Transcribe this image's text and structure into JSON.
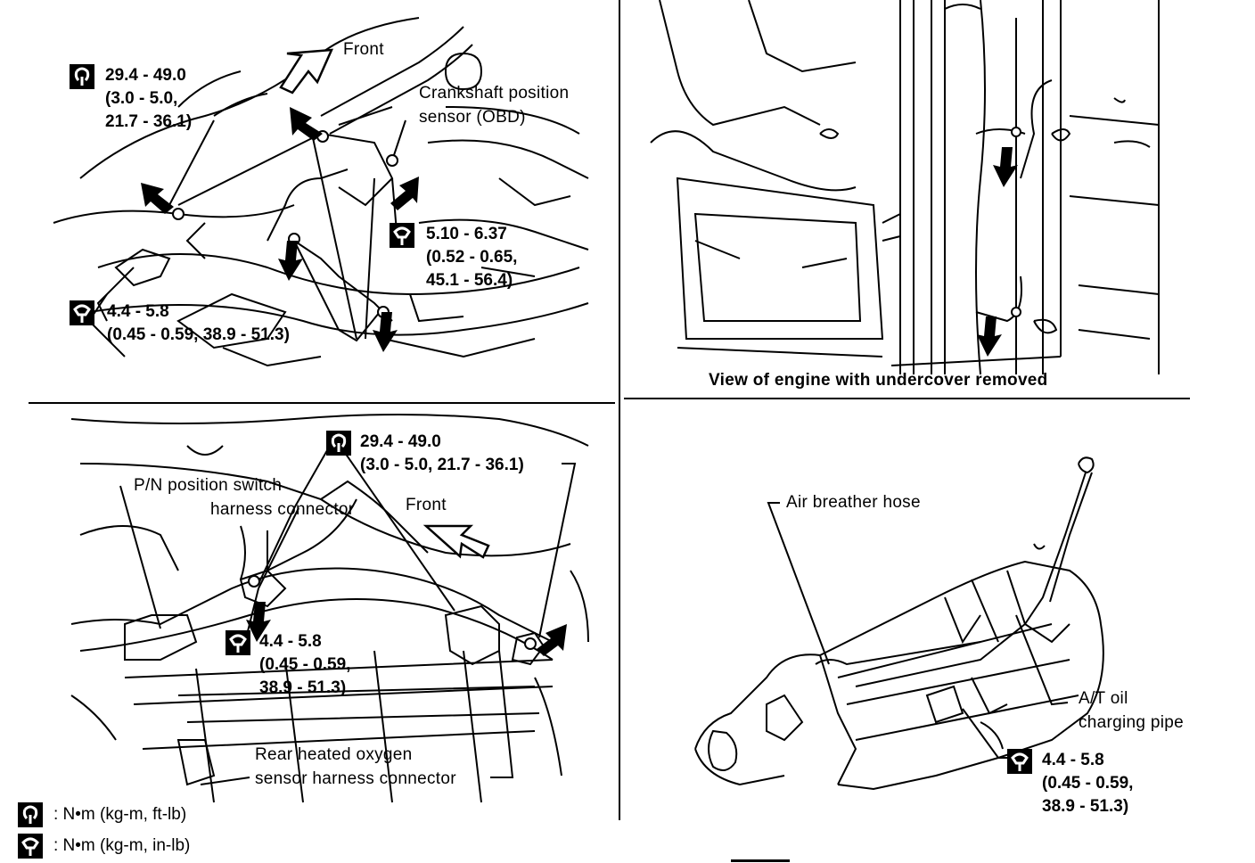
{
  "panels": {
    "top_left": {
      "front_label": "Front",
      "crank_sensor_label": [
        "Crankshaft position",
        "sensor (OBD)"
      ],
      "torque_a": [
        "29.4 - 49.0",
        "(3.0 - 5.0,",
        "21.7 - 36.1)"
      ],
      "torque_b": [
        "5.10 - 6.37",
        "(0.52 - 0.65,",
        "45.1 - 56.4)"
      ],
      "torque_c": [
        "4.4 - 5.8",
        "(0.45 - 0.59, 38.9 - 51.3)"
      ]
    },
    "top_right": {
      "caption": "View of engine with undercover removed"
    },
    "bottom_left": {
      "torque_a": [
        "29.4 - 49.0",
        "(3.0 - 5.0, 21.7 - 36.1)"
      ],
      "pn_switch_label": [
        "P/N position switch",
        "harness connector"
      ],
      "front_label": "Front",
      "torque_b": [
        "4.4 - 5.8",
        "(0.45 - 0.59,",
        "38.9 - 51.3)"
      ],
      "rear_o2_label": [
        "Rear heated oxygen",
        "sensor harness connector"
      ]
    },
    "bottom_right": {
      "air_breather_label": "Air breather hose",
      "at_pipe_label": [
        "A/T oil",
        "charging pipe"
      ],
      "torque": [
        "4.4 - 5.8",
        "(0.45 - 0.59,",
        "38.9 - 51.3)"
      ]
    }
  },
  "legend": [
    {
      "icon": "torque-nm-icon",
      "text": ": N•m (kg-m, ft-lb)"
    },
    {
      "icon": "torque-inlb-icon",
      "text": ": N•m (kg-m, in-lb)"
    }
  ]
}
